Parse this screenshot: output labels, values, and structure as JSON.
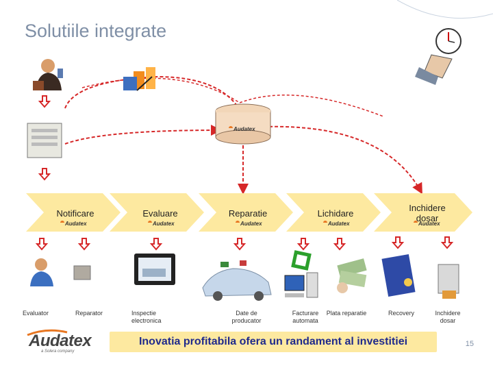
{
  "title": "Solutiile integrate",
  "brand": "Audatex",
  "brand_sub": "a Solera company",
  "database_label": "Audatex",
  "stages": [
    {
      "label": "Notificare",
      "brand": "Audatex"
    },
    {
      "label": "Evaluare",
      "brand": "Audatex"
    },
    {
      "label": "Reparatie",
      "brand": "Audatex"
    },
    {
      "label": "Lichidare",
      "brand": "Audatex"
    },
    {
      "label": "Inchidere dosar",
      "brand": "Audatex"
    }
  ],
  "bottom_labels": {
    "evaluator": "Evaluator",
    "reparator": "Reparator",
    "inspectie": "Inspectie electronica",
    "date_producator": "Date de producator",
    "facturare": "Facturare automata",
    "plata": "Plata reparatie",
    "recovery": "Recovery",
    "inchidere": "Inchidere dosar"
  },
  "footer": "Inovatia profitabila ofera un randament al investitiei",
  "page_number": "15",
  "colors": {
    "arrow": "#d62728",
    "stage_fill": "#fde9a0",
    "footer_text": "#1f2a8c",
    "title": "#7f8fa6"
  }
}
